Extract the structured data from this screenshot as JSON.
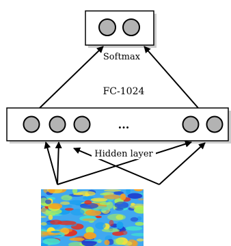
{
  "labels": {
    "softmax": "Softmax",
    "fc": "FC-1024",
    "ellipsis": "...",
    "hidden_layer": "Hidden layer"
  },
  "nodes": {
    "output_count": 2,
    "hidden_visible_count": 5
  },
  "colors": {
    "node_fill": "#b3b3b3",
    "box_stroke": "#000000",
    "box_shadow": "#aaaaaa",
    "arrow": "#000000",
    "spectrogram_palette": [
      "#1f3fd0",
      "#1aa0f0",
      "#40e0d0",
      "#a8f05a",
      "#f4e23a",
      "#f5a020",
      "#e23020"
    ]
  }
}
